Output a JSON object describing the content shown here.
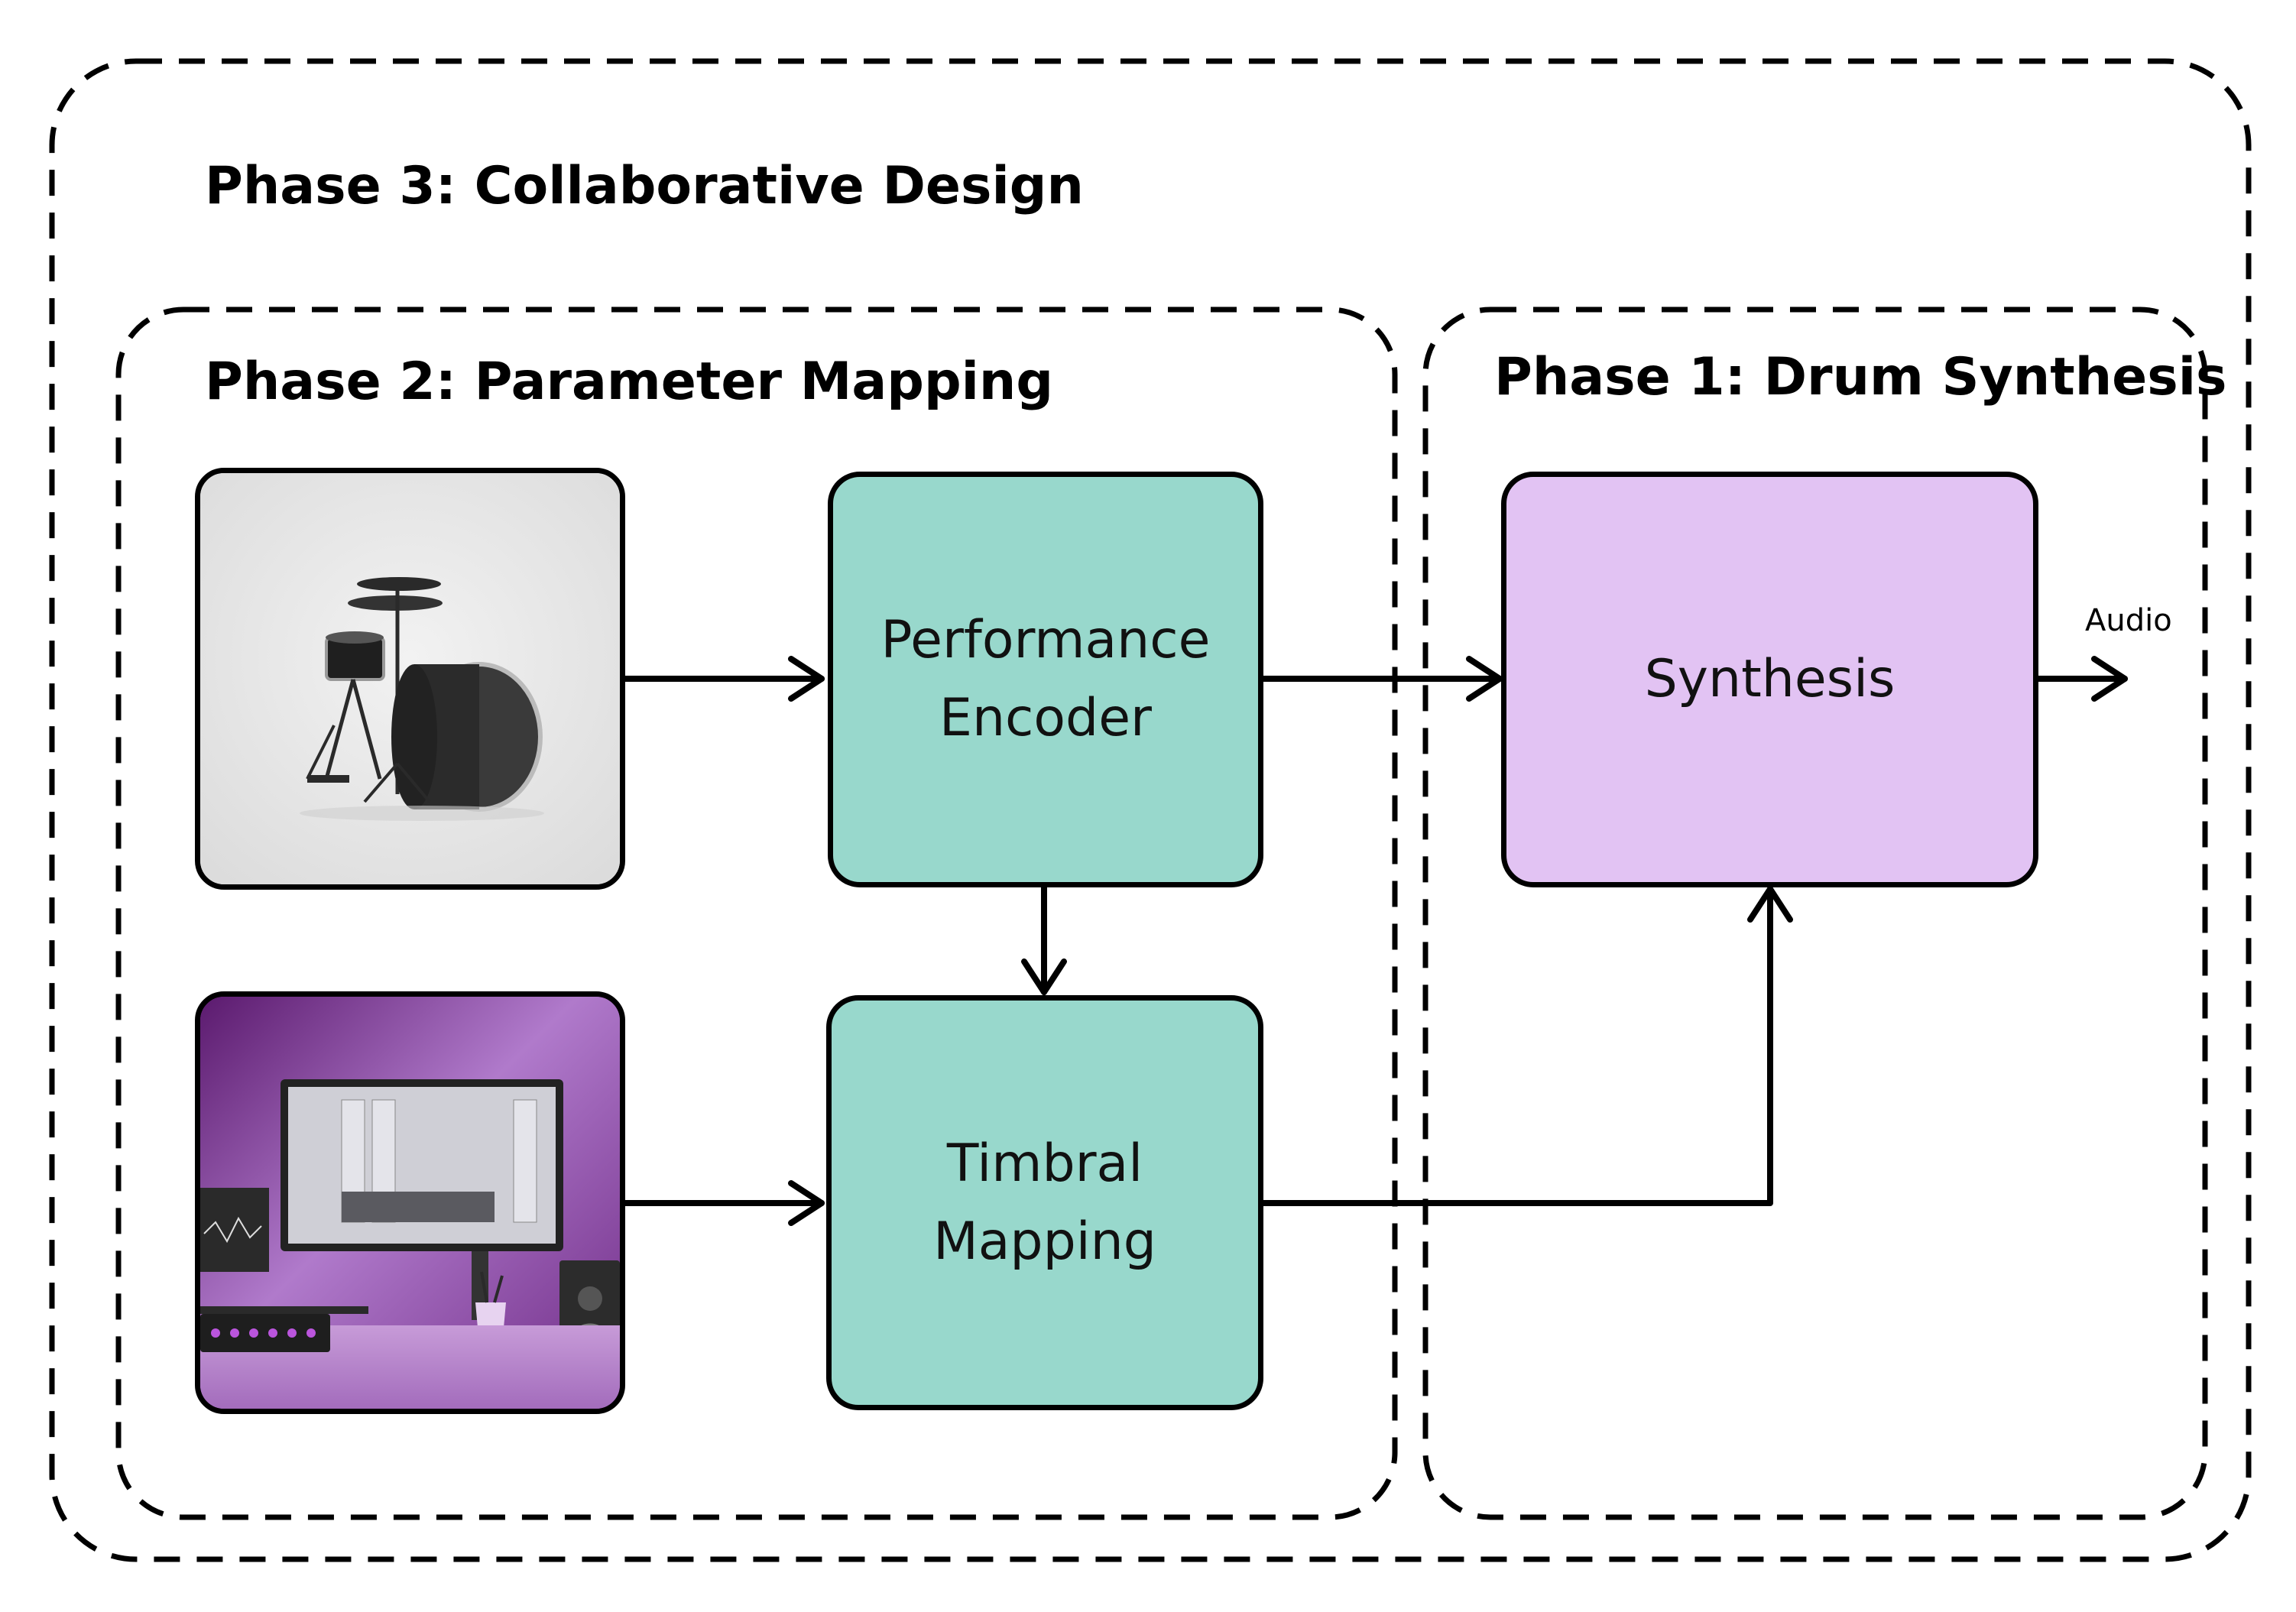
{
  "phases": {
    "phase3": {
      "title": "Phase 3: Collaborative Design"
    },
    "phase2": {
      "title": "Phase 2: Parameter Mapping"
    },
    "phase1": {
      "title": "Phase 1: Drum Synthesis"
    }
  },
  "blocks": {
    "performance_encoder": {
      "label": "Performance\nEncoder",
      "color": "#98d8cc"
    },
    "timbral_mapping": {
      "label": "Timbral\nMapping",
      "color": "#98d8cc"
    },
    "synthesis": {
      "label": "Synthesis",
      "color": "#e2c3f3"
    }
  },
  "images": {
    "drum_kit": {
      "icon": "drum-kit-photo"
    },
    "studio": {
      "icon": "studio-desk-photo"
    }
  },
  "output": {
    "label": "Audio"
  }
}
